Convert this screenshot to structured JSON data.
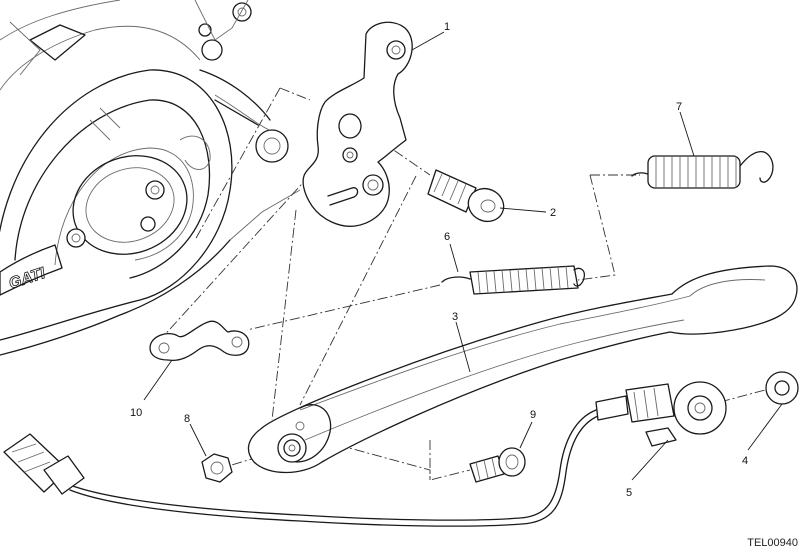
{
  "callouts": [
    {
      "id": "1",
      "label": "1"
    },
    {
      "id": "2",
      "label": "2"
    },
    {
      "id": "3",
      "label": "3"
    },
    {
      "id": "4",
      "label": "4"
    },
    {
      "id": "5",
      "label": "5"
    },
    {
      "id": "6",
      "label": "6"
    },
    {
      "id": "7",
      "label": "7"
    },
    {
      "id": "8",
      "label": "8"
    },
    {
      "id": "9",
      "label": "9"
    },
    {
      "id": "10",
      "label": "10"
    }
  ],
  "engine_logo_text": "GATI",
  "reference_code": "TEL00940"
}
